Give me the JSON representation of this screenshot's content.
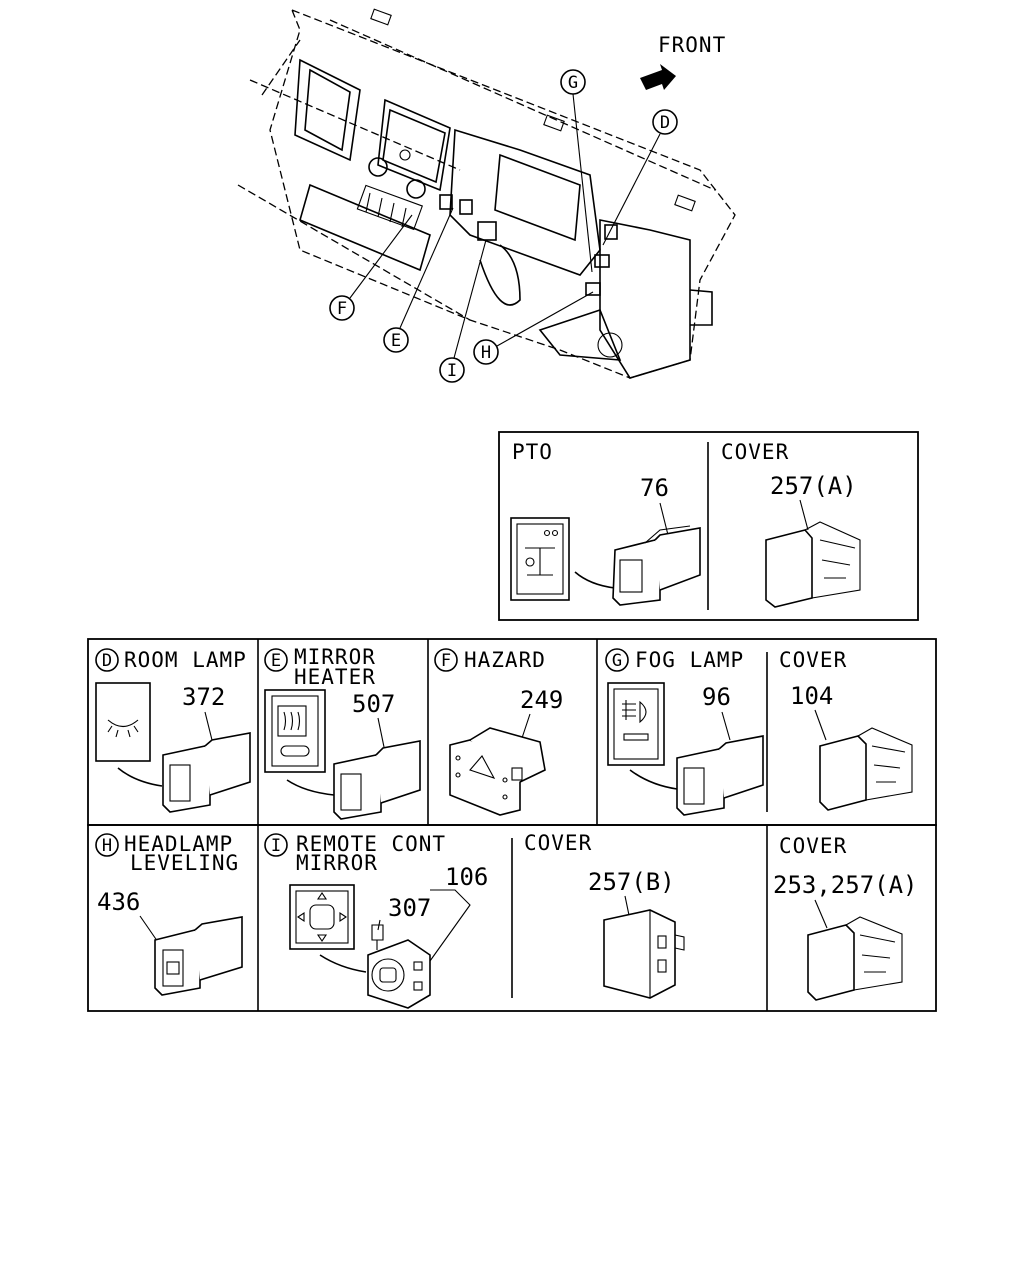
{
  "overview": {
    "front_label": "FRONT",
    "callouts": [
      "G",
      "D",
      "F",
      "E",
      "I",
      "H"
    ]
  },
  "pto_panel": {
    "pto": {
      "title": "PTO",
      "part_no": "76"
    },
    "cover": {
      "title": "COVER",
      "part_no": "257(A)"
    }
  },
  "row1": {
    "room_lamp": {
      "letter": "D",
      "title": "ROOM LAMP",
      "part_no": "372"
    },
    "mirror_heater": {
      "letter": "E",
      "title_line1": "MIRROR",
      "title_line2": "HEATER",
      "part_no": "507"
    },
    "hazard": {
      "letter": "F",
      "title": "HAZARD",
      "part_no": "249"
    },
    "fog_lamp": {
      "letter": "G",
      "title": "FOG LAMP",
      "part_no": "96"
    },
    "cover": {
      "title": "COVER",
      "part_no": "104"
    }
  },
  "row2": {
    "headlamp_leveling": {
      "letter": "H",
      "title_line1": "HEADLAMP",
      "title_line2": "LEVELING",
      "part_no": "436"
    },
    "remote_cont_mirror": {
      "letter": "I",
      "title_line1": "REMOTE CONT",
      "title_line2": "MIRROR",
      "part_no_a": "106",
      "part_no_b": "307"
    },
    "cover_b": {
      "title": "COVER",
      "part_no": "257(B)"
    },
    "cover_c": {
      "title": "COVER",
      "part_no": "253,257(A)"
    }
  }
}
